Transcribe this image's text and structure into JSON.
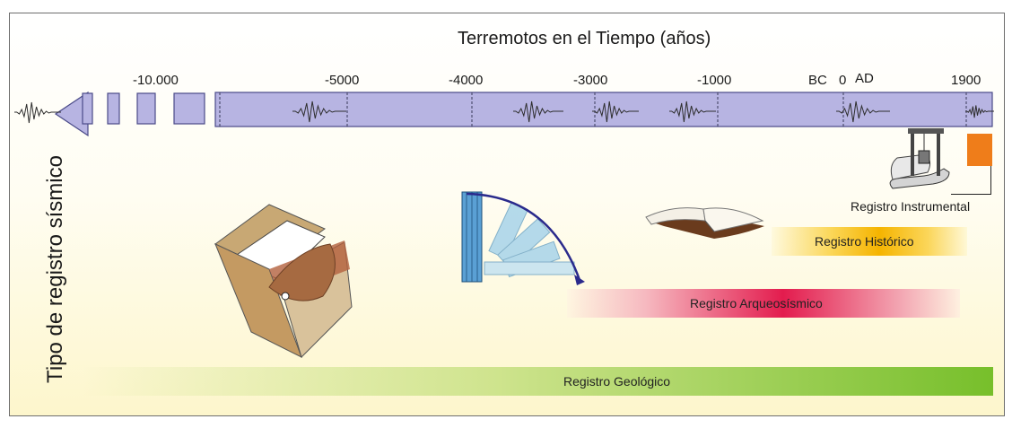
{
  "title": "Terremotos en el Tiempo (años)",
  "axis": {
    "ticks": [
      {
        "label": "-10.000"
      },
      {
        "label": "-5000"
      },
      {
        "label": "-4000"
      },
      {
        "label": "-3000"
      },
      {
        "label": "-1000"
      },
      {
        "label": "BC"
      },
      {
        "label": "0"
      },
      {
        "label": "AD"
      },
      {
        "label": "1900"
      }
    ]
  },
  "side_title": "Tipo de registro sísmico",
  "records": {
    "instrumental": "Registro Instrumental",
    "historico": "Registro Histórico",
    "arqueosismico": "Registro Arqueosísmico",
    "geologico": "Registro Geológico"
  },
  "colors": {
    "timeline_fill": "#b7b4e2",
    "timeline_stroke": "#4a4a88",
    "geologico": "#77bf2b",
    "arqueosismico": "#e31c4e",
    "historico": "#f5b400",
    "instrumental": "#ef7d1a"
  }
}
